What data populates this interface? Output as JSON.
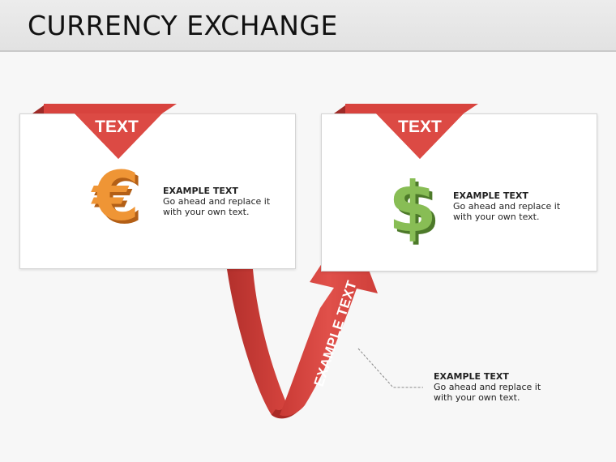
{
  "page_title": "CURRENCY EXCHANGE",
  "cards": [
    {
      "tag": "TEXT",
      "icon": "euro-icon",
      "icon_glyph": "€",
      "icon_color": "#e8892a",
      "caption_title": "EXAMPLE TEXT",
      "caption_line1": "Go ahead and replace it",
      "caption_line2": "with your own text."
    },
    {
      "tag": "TEXT",
      "icon": "dollar-icon",
      "icon_glyph": "$",
      "icon_color": "#7cb24a",
      "caption_title": "EXAMPLE TEXT",
      "caption_line1": "Go ahead and replace it",
      "caption_line2": "with your own text."
    }
  ],
  "arrow": {
    "label": "EXAMPLE TEXT",
    "color": "#d9443f"
  },
  "callout": {
    "caption_title": "EXAMPLE TEXT",
    "caption_line1": "Go ahead and replace it",
    "caption_line2": "with your own text."
  }
}
